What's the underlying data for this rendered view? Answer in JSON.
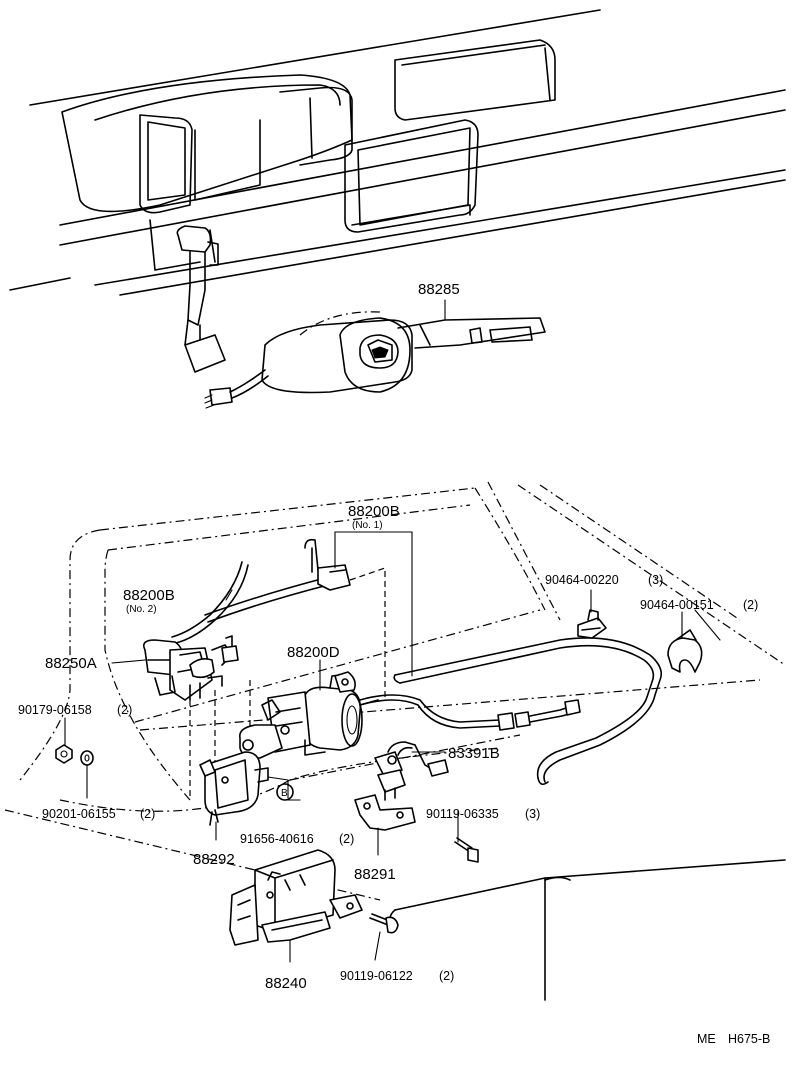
{
  "parts": {
    "p88285": "88285",
    "p88200B_1": "88200B",
    "p88200B_1_note": "(No. 1)",
    "p88200B_2": "88200B",
    "p88200B_2_note": "(No. 2)",
    "p88250A": "88250A",
    "p88200D": "88200D",
    "p90464_00220": "90464-00220",
    "p90464_00220_qty": "(3)",
    "p90464_00151": "90464-00151",
    "p90464_00151_qty": "(2)",
    "p90179_06158": "90179-06158",
    "p90179_06158_qty": "(2)",
    "p83391B": "83391B",
    "p90201_06155": "90201-06155",
    "p90201_06155_qty": "(2)",
    "p90119_06335": "90119-06335",
    "p90119_06335_qty": "(3)",
    "marker_B": "B",
    "p91656_40616": "91656-40616",
    "p91656_40616_qty": "(2)",
    "p88292": "88292",
    "p88291": "88291",
    "p88240": "88240",
    "p90119_06122": "90119-06122",
    "p90119_06122_qty": "(2)"
  },
  "footer": {
    "code_prefix": "ME",
    "code": "H675-B"
  }
}
